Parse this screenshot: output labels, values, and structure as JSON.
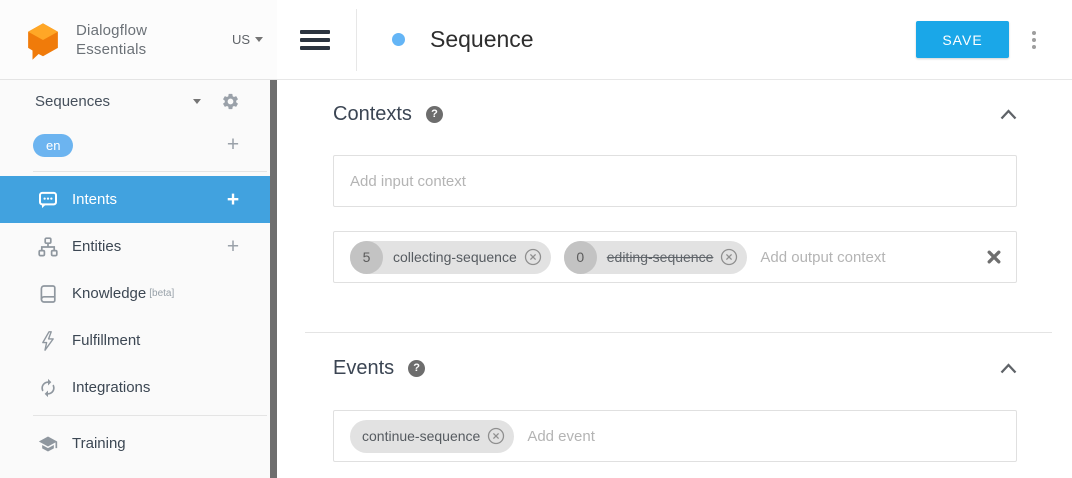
{
  "brand": {
    "line1": "Dialogflow",
    "line2": "Essentials",
    "region": "US"
  },
  "sidebar": {
    "agent_name": "Sequences",
    "language": "en",
    "add_language": "+",
    "items": [
      {
        "label": "Intents",
        "add": "+"
      },
      {
        "label": "Entities",
        "add": "+"
      },
      {
        "label": "Knowledge",
        "badge": "[beta]"
      },
      {
        "label": "Fulfillment"
      },
      {
        "label": "Integrations"
      },
      {
        "label": "Training"
      }
    ]
  },
  "header": {
    "title": "Sequence",
    "save": "SAVE"
  },
  "sections": {
    "contexts": {
      "heading": "Contexts",
      "help": "?",
      "input_placeholder": "Add input context",
      "output_placeholder": "Add output context",
      "output_chips": [
        {
          "lifespan": "5",
          "name": "collecting-sequence",
          "struck": false
        },
        {
          "lifespan": "0",
          "name": "editing-sequence",
          "struck": true
        }
      ]
    },
    "events": {
      "heading": "Events",
      "help": "?",
      "placeholder": "Add event",
      "chips": [
        {
          "name": "continue-sequence"
        }
      ]
    }
  },
  "colors": {
    "save_button_blue": "#1aa7e8",
    "selected_nav_blue": "#41a2df",
    "language_badge_blue": "#6cb4f0",
    "status_dot_blue": "#64b5f6",
    "logo_orange": "#f07b0a",
    "logo_orange_light": "#ffa726",
    "chip_gray": "#e2e2e2"
  }
}
